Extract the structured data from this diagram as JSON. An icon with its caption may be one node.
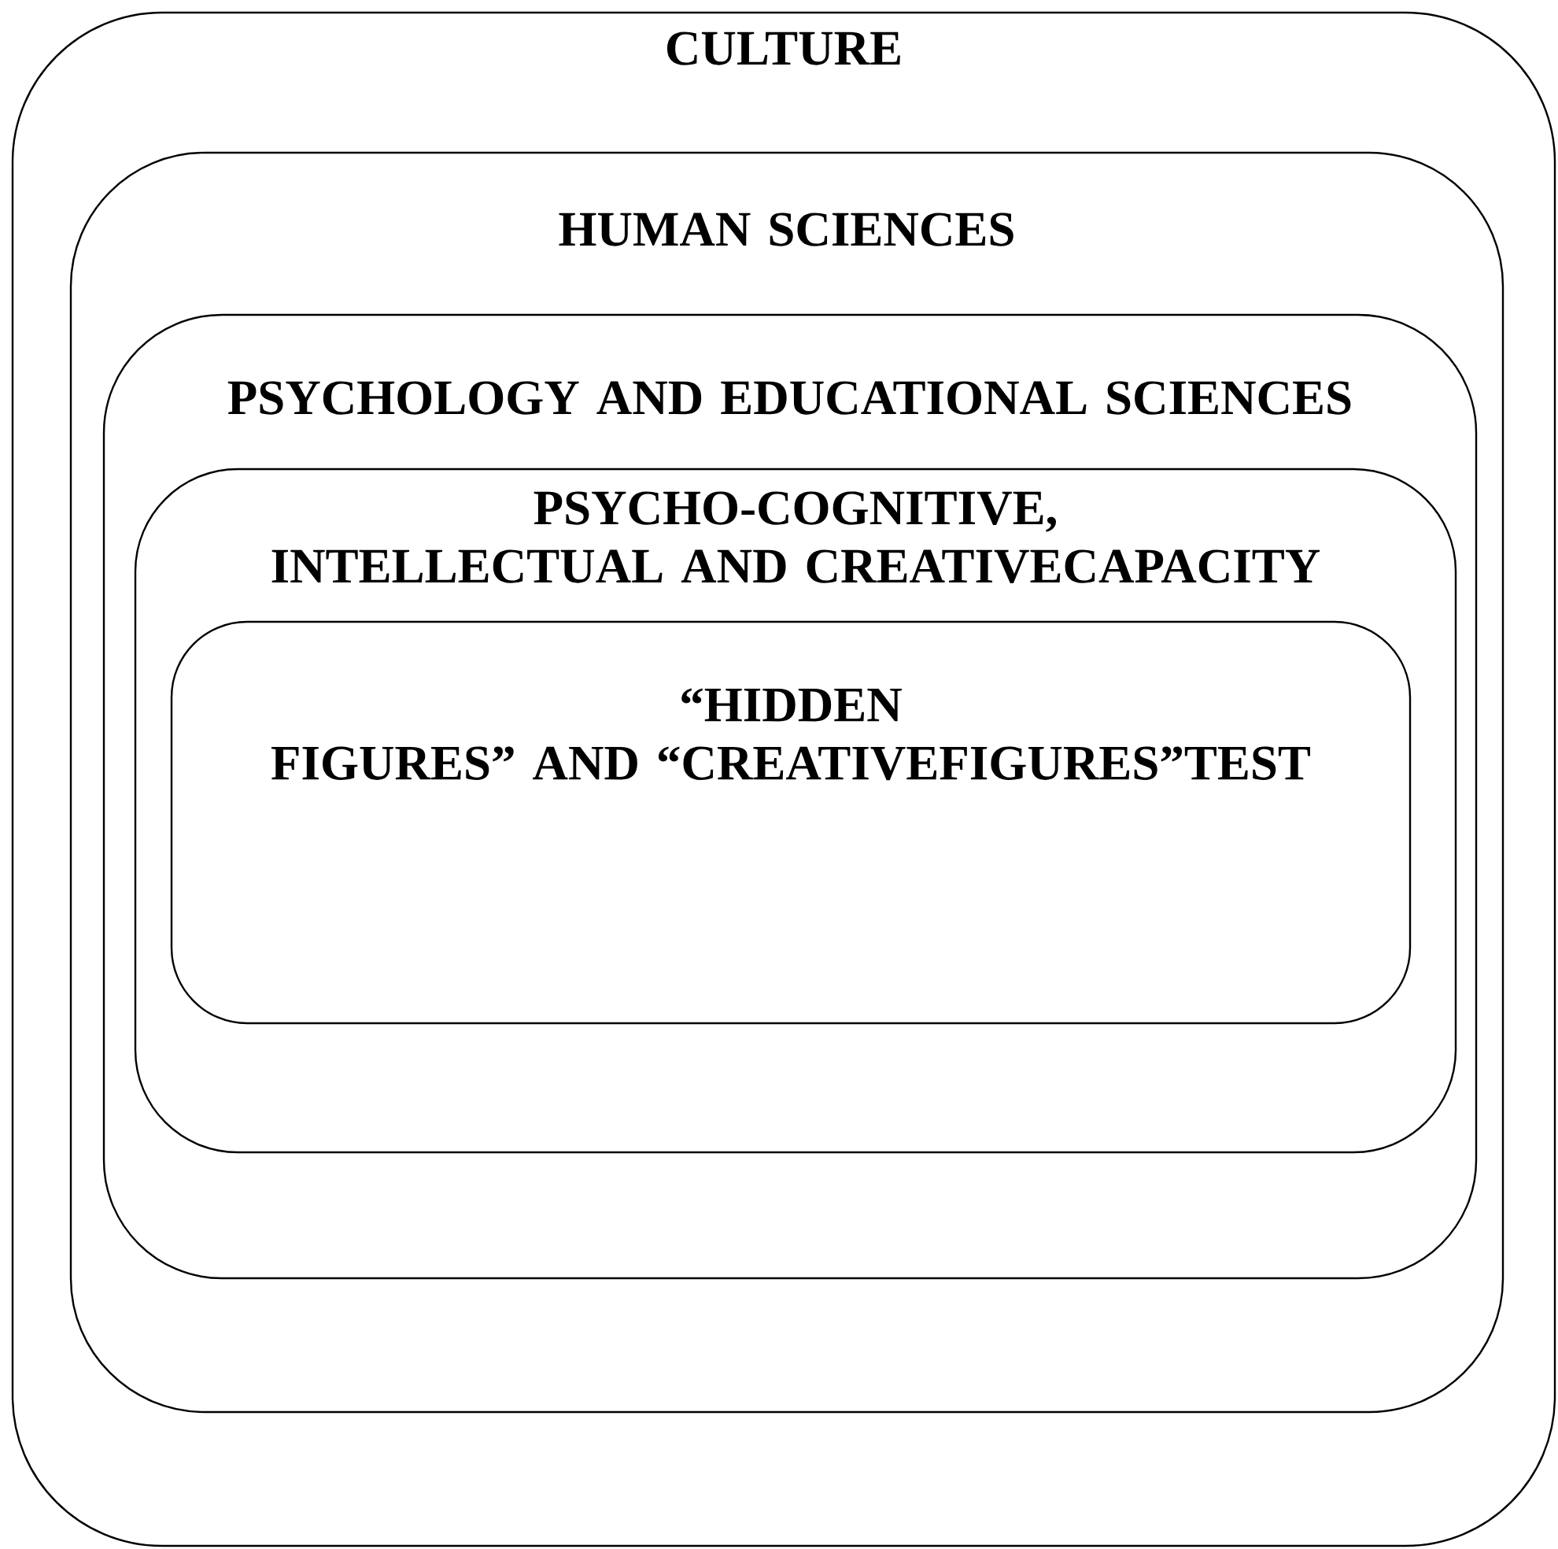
{
  "diagram": {
    "nodes": [
      {
        "text": [
          "CULTURE"
        ]
      },
      {
        "text": [
          "HUMAN SCIENCES"
        ],
        "in": 0
      },
      {
        "text": [
          "PSYCHOLOGY AND EDUCATIONAL SCIENCES"
        ],
        "in": 1
      },
      {
        "text": [
          "PSYCHO-COGNITIVE, INTELLECTUAL AND CREATIVECAPACITY"
        ],
        "in": 2
      },
      {
        "text": [
          "“HIDDEN FIGURES” AND “CREATIVEFIGURES”TEST"
        ],
        "in": 3
      }
    ]
  }
}
